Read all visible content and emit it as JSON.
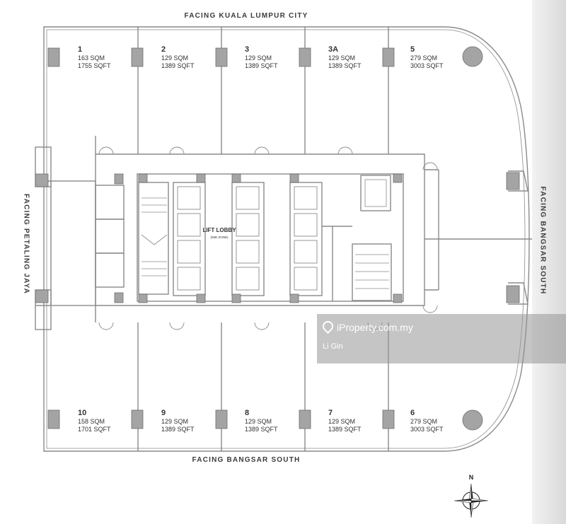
{
  "plan": {
    "facing_top": "FACING KUALA LUMPUR CITY",
    "facing_bottom": "FACING BANGSAR SOUTH",
    "facing_left": "FACING PETALING JAYA",
    "facing_right": "FACING BANGSAR SOUTH",
    "lift_lobby": "LIFT LOBBY",
    "lift_zone": "(MID ZONE)",
    "compass_north": "N"
  },
  "units": [
    {
      "id": "1",
      "sqm": "163 SQM",
      "sqft": "1755 SQFT"
    },
    {
      "id": "2",
      "sqm": "129 SQM",
      "sqft": "1389 SQFT"
    },
    {
      "id": "3",
      "sqm": "129 SQM",
      "sqft": "1389 SQFT"
    },
    {
      "id": "3A",
      "sqm": "129 SQM",
      "sqft": "1389 SQFT"
    },
    {
      "id": "5",
      "sqm": "279 SQM",
      "sqft": "3003 SQFT"
    },
    {
      "id": "10",
      "sqm": "158 SQM",
      "sqft": "1701 SQFT"
    },
    {
      "id": "9",
      "sqm": "129 SQM",
      "sqft": "1389 SQFT"
    },
    {
      "id": "8",
      "sqm": "129 SQM",
      "sqft": "1389 SQFT"
    },
    {
      "id": "7",
      "sqm": "129 SQM",
      "sqft": "1389 SQFT"
    },
    {
      "id": "6",
      "sqm": "279 SQM",
      "sqft": "3003 SQFT"
    }
  ],
  "watermark": {
    "brand": "iProperty.com.my",
    "agent": "Li Gin"
  }
}
